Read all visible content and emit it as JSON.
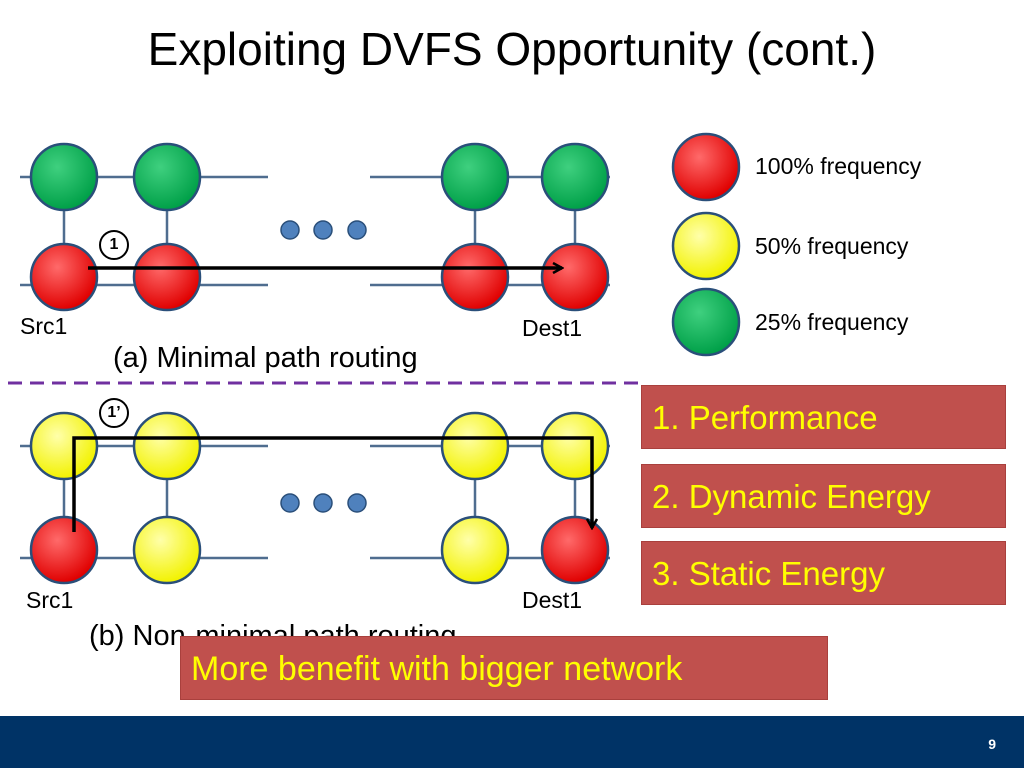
{
  "slide": {
    "title": "Exploiting DVFS Opportunity (cont.)",
    "page_number": "9"
  },
  "legend": [
    {
      "label": "100% frequency",
      "color": "#ee0000"
    },
    {
      "label": "50% frequency",
      "color": "#ffff00"
    },
    {
      "label": "25% frequency",
      "color": "#00b050"
    }
  ],
  "diagram_a": {
    "caption": "(a) Minimal path routing",
    "step": "1",
    "src_label": "Src1",
    "dest_label": "Dest1",
    "top_row": [
      "green",
      "green",
      "green",
      "green"
    ],
    "bottom_row": [
      "red",
      "red",
      "red",
      "red"
    ]
  },
  "diagram_b": {
    "caption": "(b) Non-minimal path routing",
    "step": "1’",
    "src_label": "Src1",
    "dest_label": "Dest1",
    "top_row": [
      "yellow",
      "yellow",
      "yellow",
      "yellow"
    ],
    "bottom_row": [
      "red",
      "yellow",
      "yellow",
      "red"
    ]
  },
  "metrics": [
    "1. Performance",
    "2. Dynamic Energy",
    "3. Static Energy"
  ],
  "conclusion": "More benefit with bigger network",
  "colors": {
    "red": "#ee0000",
    "yellow": "#ffff00",
    "green": "#00b050",
    "box": "#c0504d",
    "box_text": "#ffff00",
    "footer": "#003366",
    "divider": "#7030a0"
  }
}
